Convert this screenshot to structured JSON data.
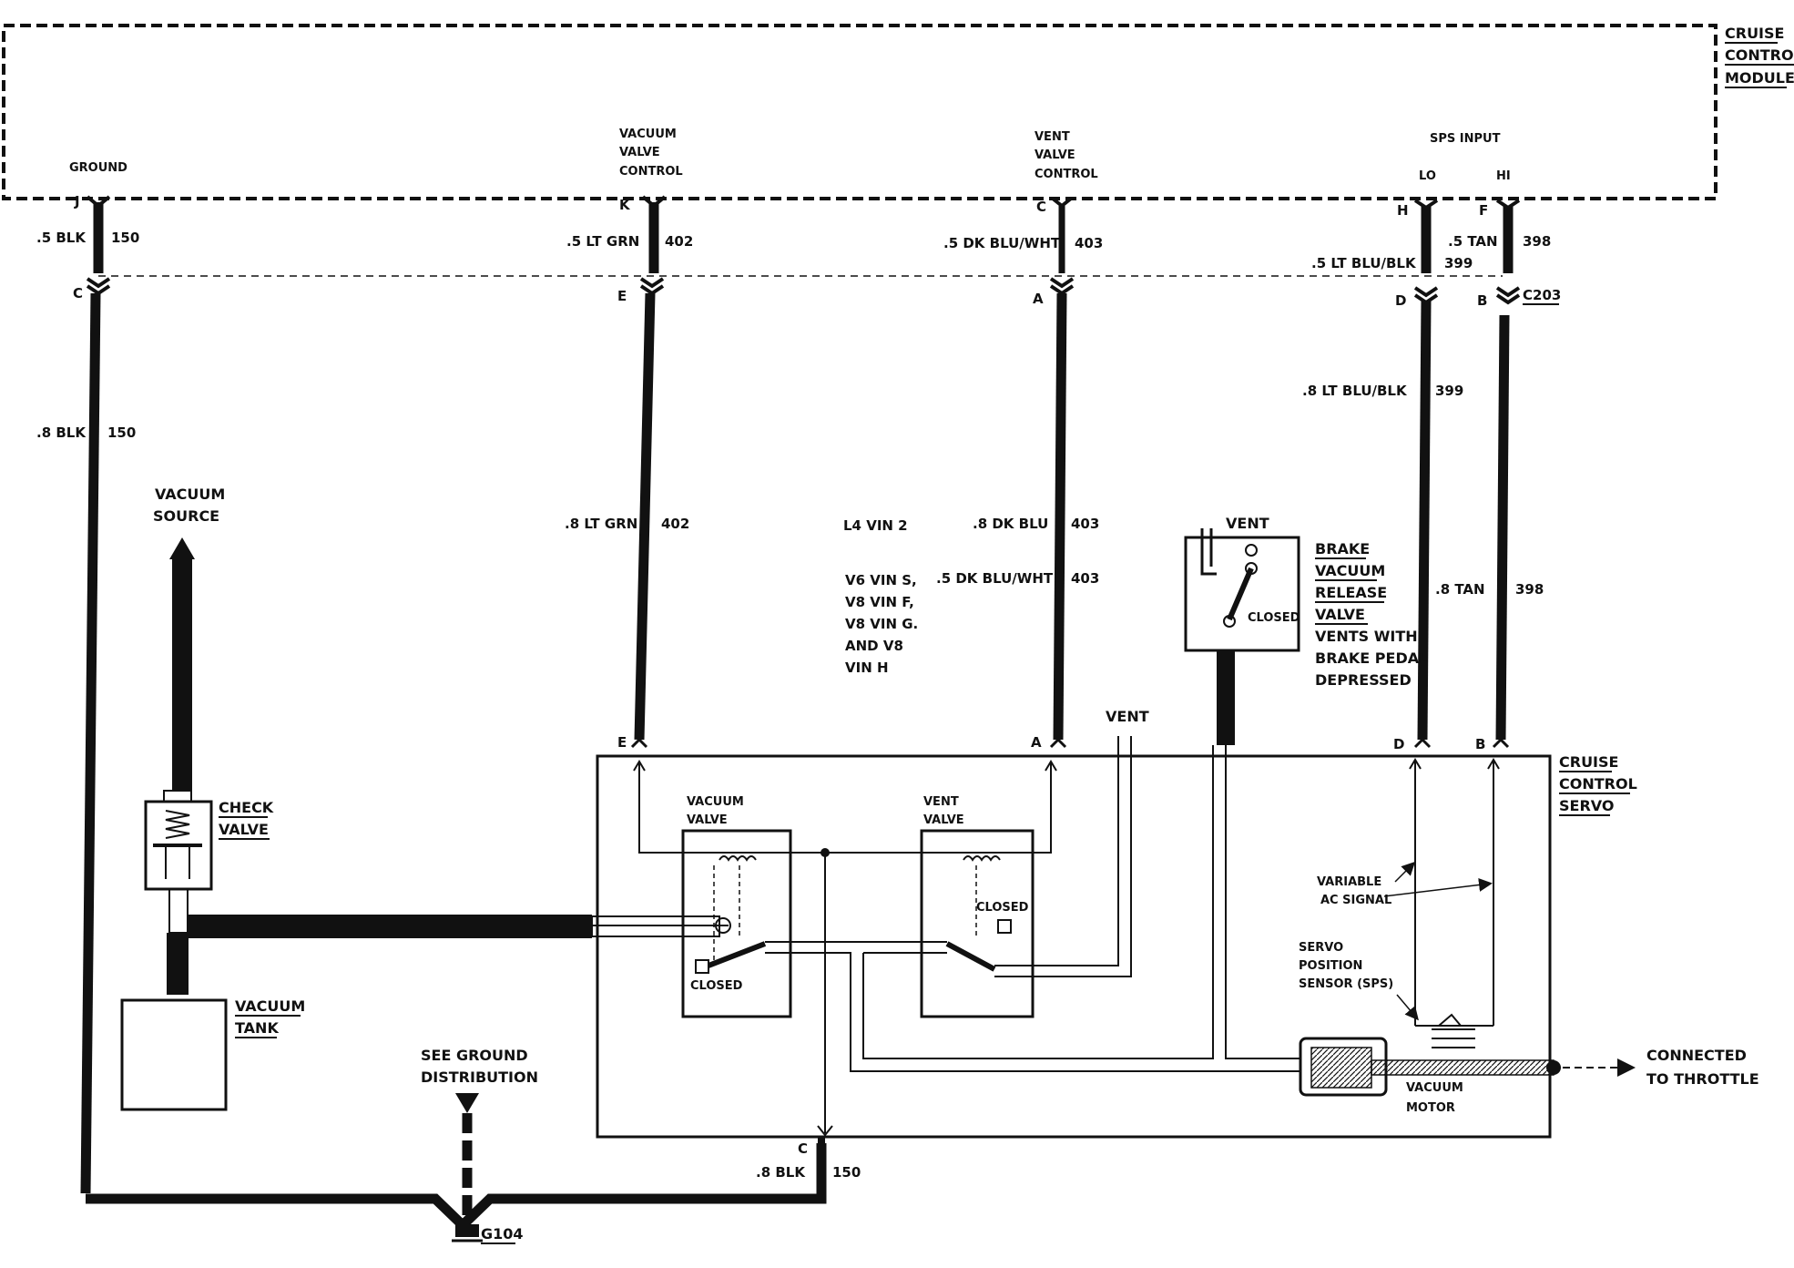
{
  "module": {
    "title_lines": [
      "CRUISE",
      "CONTROL",
      "MODULE"
    ],
    "pins": {
      "ground": {
        "label": "GROUND",
        "pin": "J"
      },
      "vacuum_valve_control": {
        "label_lines": [
          "VACUUM",
          "VALVE",
          "CONTROL"
        ],
        "pin": "K"
      },
      "vent_valve_control": {
        "label_lines": [
          "VENT",
          "VALVE",
          "CONTROL"
        ],
        "pin": "C"
      },
      "sps_input": {
        "label": "SPS INPUT",
        "lo": "LO",
        "hi": "HI",
        "lo_pin": "H",
        "hi_pin": "F"
      }
    }
  },
  "connector": {
    "name": "C203",
    "pins": {
      "ground": "C",
      "vacuum": "E",
      "vent": "A",
      "lo": "D",
      "hi": "B"
    }
  },
  "wires": {
    "ground_upper": {
      "gauge_color": ".5 BLK",
      "circuit": "150"
    },
    "ground_lower": {
      "gauge_color": ".8 BLK",
      "circuit": "150"
    },
    "vacuum_upper": {
      "gauge_color": ".5 LT GRN",
      "circuit": "402"
    },
    "vacuum_lower": {
      "gauge_color": ".8 LT GRN",
      "circuit": "402"
    },
    "vent_upper": {
      "gauge_color": ".5 DK BLU/WHT",
      "circuit": "403"
    },
    "vent_lower_l4": {
      "gauge_color": ".8 DK BLU",
      "circuit": "403"
    },
    "vent_lower_v6v8": {
      "gauge_color": ".5 DK BLU/WHT",
      "circuit": "403"
    },
    "lo_upper": {
      "gauge_color": ".5 LT BLU/BLK",
      "circuit": "399"
    },
    "lo_lower": {
      "gauge_color": ".8 LT BLU/BLK",
      "circuit": "399"
    },
    "hi_upper": {
      "gauge_color": ".5 TAN",
      "circuit": "398"
    },
    "hi_lower": {
      "gauge_color": ".8  TAN",
      "circuit": "398"
    },
    "servo_ground": {
      "gauge_color": ".8 BLK",
      "circuit": "150"
    }
  },
  "engine_notes": {
    "l4": "L4 VIN 2",
    "v6v8_lines": [
      "V6 VIN S,",
      "V8 VIN F,",
      "V8 VIN G.",
      "AND V8",
      "VIN H"
    ]
  },
  "components": {
    "vacuum_source_lines": [
      "VACUUM",
      "SOURCE"
    ],
    "check_valve_lines": [
      "CHECK",
      "VALVE"
    ],
    "vacuum_tank_lines": [
      "VACUUM",
      "TANK"
    ],
    "ground_dist_lines": [
      "SEE GROUND",
      "DISTRIBUTION"
    ],
    "ground_point": "G104",
    "brake_valve_lines": [
      "BRAKE",
      "VACUUM",
      "RELEASE",
      "VALVE"
    ],
    "brake_valve_note_lines": [
      "VENTS WITH",
      "BRAKE PEDAL",
      "DEPRESSED"
    ],
    "brake_vent": "VENT",
    "brake_closed": "CLOSED",
    "servo_lines": [
      "CRUISE",
      "CONTROL",
      "SERVO"
    ],
    "servo_pins": {
      "vacuum": "E",
      "vent": "A",
      "lo": "D",
      "hi": "B",
      "ground": "C"
    },
    "vacuum_valve_lines": [
      "VACUUM",
      "VALVE"
    ],
    "vacuum_valve_closed": "CLOSED",
    "vent_valve_lines": [
      "VENT",
      "VALVE"
    ],
    "vent_valve_closed": "CLOSED",
    "servo_vent": "VENT",
    "variable_ac_lines": [
      "VARIABLE",
      "AC SIGNAL"
    ],
    "sps_lines": [
      "SERVO",
      "POSITION",
      "SENSOR (SPS)"
    ],
    "vacuum_motor_lines": [
      "VACUUM",
      "MOTOR"
    ],
    "throttle_lines": [
      "CONNECTED",
      "TO THROTTLE"
    ]
  }
}
